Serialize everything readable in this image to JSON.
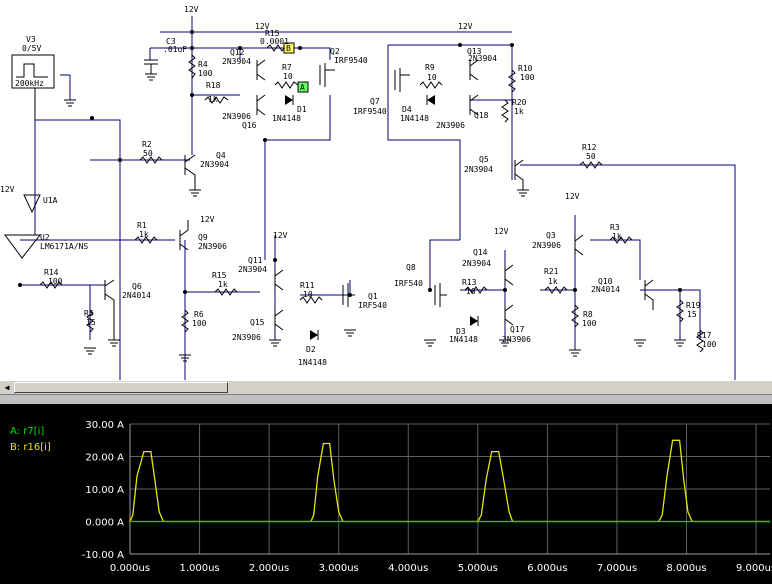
{
  "schematic": {
    "labels": {
      "v3": "V3",
      "v3_range": "0/5V",
      "v3_freq": "200kHz",
      "c3": "C3",
      "c3_val": ".01uF",
      "v12a": "12V",
      "v12b": "12V",
      "v12c": "12V",
      "v12d": "12V",
      "v12e": "12V",
      "v12f": "12V",
      "v12g": "12V",
      "v12h": "12V",
      "r15": "R15",
      "r15_val": "0.0001",
      "q2": "Q2",
      "q2_type": "IRF9540",
      "q12": "Q12",
      "q12_type": "2N3904",
      "r4": "R4",
      "r4_val": "100",
      "r7": "R7",
      "r7_val": "10",
      "r18": "R18",
      "r18_val": "1k",
      "q16": "Q16",
      "q16_type": "2N3906",
      "d1": "D1",
      "d1_type": "1N4148",
      "r2": "R2",
      "r2_val": "50",
      "q4": "Q4",
      "q4_type": "2N3904",
      "u1": "U1A",
      "u2": "U2",
      "u2_type": "LM6171A/NS",
      "r14": "R14",
      "r14_val": "100",
      "r1": "R1",
      "r1_val": "1k",
      "q9": "Q9",
      "q9_type": "2N3906",
      "q6": "Q6",
      "q6_type": "2N4014",
      "r5": "R5",
      "r5_val": "15",
      "r6": "R6",
      "r6_val": "100",
      "q11": "Q11",
      "q11_type": "2N3904",
      "r15b": "R15",
      "r15b_val": "1k",
      "r11": "R11",
      "r11_val": "10",
      "q1": "Q1",
      "q1_type": "IRF540",
      "q15": "Q15",
      "q15_type": "2N3906",
      "d2": "D2",
      "d2_type": "1N4148",
      "q13": "Q13",
      "q13_type": "2N3904",
      "r9": "R9",
      "r9_val": "10",
      "q7": "Q7",
      "q7_type": "IRF9540",
      "d4": "D4",
      "d4_type": "1N4148",
      "q18": "Q18",
      "q18_type": "2N3906",
      "r10": "R10",
      "r10_val": "100",
      "r20": "R20",
      "r20_val": "1k",
      "q5": "Q5",
      "q5_type": "2N3904",
      "r12": "R12",
      "r12_val": "50",
      "q14": "Q14",
      "q14_type": "2N3904",
      "q8": "Q8",
      "q8_type": "IRF540",
      "r13": "R13",
      "r13_val": "10",
      "d3": "D3",
      "d3_type": "1N4148",
      "q17": "Q17",
      "q17_type": "2N3906",
      "r21": "R21",
      "r21_val": "1k",
      "q3": "Q3",
      "q3_type": "2N3906",
      "r3": "R3",
      "r3_val": "1k",
      "q10": "Q10",
      "q10_type": "2N4014",
      "r8": "R8",
      "r8_val": "100",
      "r19": "R19",
      "r19_val": "15",
      "r17": "R17",
      "r17_val": "100",
      "probe_a": "A",
      "probe_b": "B"
    }
  },
  "scope": {
    "legend": [
      {
        "label": "A: r7[i]",
        "color": "#00e000"
      },
      {
        "label": "B: r16[i]",
        "color": "#e6e600"
      }
    ],
    "y_ticks": [
      "30.00 A",
      "20.00 A",
      "10.00 A",
      "0.000 A",
      "-10.00 A"
    ],
    "x_ticks": [
      "0.000us",
      "1.000us",
      "2.000us",
      "3.000us",
      "4.000us",
      "5.000us",
      "6.000us",
      "7.000us",
      "8.000us",
      "9.000us"
    ]
  },
  "chart_data": {
    "type": "line",
    "title": "",
    "xlabel": "",
    "ylabel": "",
    "xlim": [
      0,
      9.2
    ],
    "ylim": [
      -10,
      30
    ],
    "grid": true,
    "legend_position": "top-left",
    "series": [
      {
        "name": "A: r7[i]",
        "color": "#00e000",
        "x": [
          0,
          9.2
        ],
        "y": [
          0,
          0
        ]
      },
      {
        "name": "B: r16[i]",
        "color": "#e6e600",
        "x": [
          0,
          0.04,
          0.1,
          0.2,
          0.3,
          0.35,
          0.42,
          0.48,
          1.0,
          2.6,
          2.64,
          2.7,
          2.78,
          2.87,
          2.93,
          3.0,
          3.06,
          3.6,
          5.0,
          5.05,
          5.12,
          5.2,
          5.3,
          5.37,
          5.45,
          5.5,
          6.0,
          7.6,
          7.65,
          7.72,
          7.8,
          7.9,
          7.96,
          8.02,
          8.08,
          9.2
        ],
        "y": [
          0,
          2,
          14,
          21.5,
          21.5,
          14,
          3,
          0,
          0,
          0,
          2,
          14,
          24,
          24,
          13,
          3,
          0,
          0,
          0,
          2,
          13,
          21.5,
          21.5,
          13,
          3,
          0,
          0,
          0,
          2,
          14,
          25,
          25,
          13,
          3,
          0,
          0
        ]
      }
    ]
  }
}
